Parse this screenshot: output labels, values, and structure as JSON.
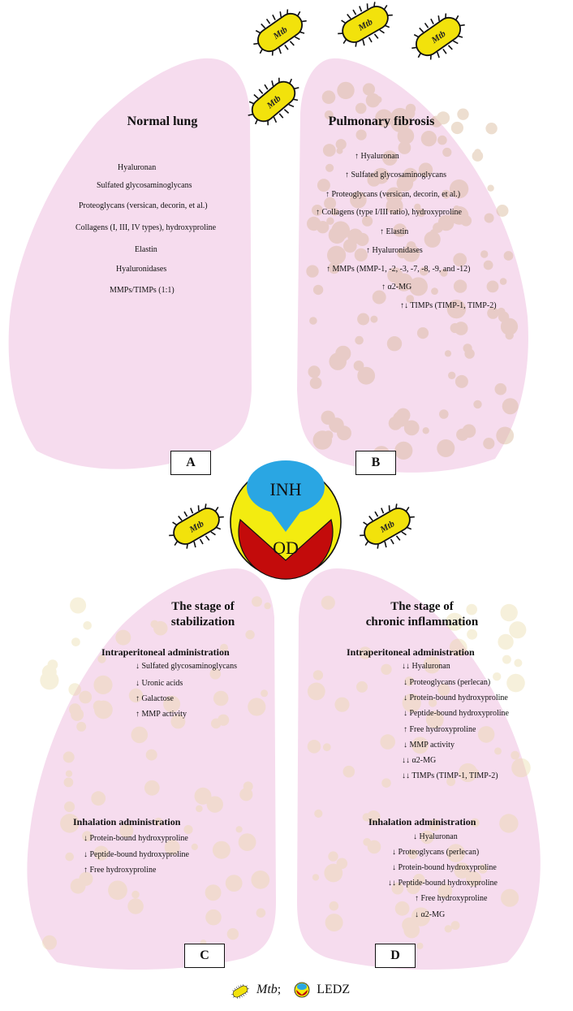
{
  "panel_a": {
    "label": "A",
    "title": "Normal lung",
    "items": [
      "Hyaluronan",
      "Sulfated glycosaminoglycans",
      "Proteoglycans (versican, decorin, et al.)",
      "Collagens (I, III, IV types), hydroxyproline",
      "Elastin",
      "Hyaluronidases",
      "MMPs/TIMPs (1:1)"
    ]
  },
  "panel_b": {
    "label": "B",
    "title": "Pulmonary fibrosis",
    "items": [
      "↑ Hyaluronan",
      "↑ Sulfated glycosaminoglycans",
      "↑ Proteoglycans (versican, decorin, et al.)",
      "↑ Collagens (type I/III ratio), hydroxyproline",
      "↑ Elastin",
      "↑ Hyaluronidases",
      "↑ MMPs (MMP-1, -2, -3, -7, -8, -9, and -12)",
      "↑ α2-MG",
      "↑↓ TIMPs (TIMP-1, TIMP-2)"
    ]
  },
  "panel_c": {
    "label": "C",
    "title_line1": "The stage of",
    "title_line2": "stabilization",
    "ip_heading": "Intraperitoneal administration",
    "ip_items": [
      "↓ Sulfated glycosaminoglycans",
      "↓ Uronic acids",
      "↑ Galactose",
      "↑ MMP activity"
    ],
    "inh_heading": "Inhalation administration",
    "inh_items": [
      "↓ Protein-bound hydroxyproline",
      "↓ Peptide-bound hydroxyproline",
      "↑ Free hydroxyproline"
    ]
  },
  "panel_d": {
    "label": "D",
    "title_line1": "The stage of",
    "title_line2": "chronic inflammation",
    "ip_heading": "Intraperitoneal administration",
    "ip_items": [
      "↓↓ Hyaluronan",
      "↓ Proteoglycans (perlecan)",
      "↓ Protein-bound hydroxyproline",
      "↓ Peptide-bound hydroxyproline",
      "↑ Free hydroxyproline",
      "↓ MMP activity",
      "↓↓ α2-MG",
      "↓↓ TIMPs (TIMP-1, TIMP-2)"
    ],
    "inh_heading": "Inhalation administration",
    "inh_items": [
      "↓ Hyaluronan",
      "↓ Proteoglycans (perlecan)",
      "↓ Protein-bound hydroxyproline",
      "↓↓ Peptide-bound hydroxyproline",
      "↑ Free hydroxyproline",
      "↓ α2-MG"
    ]
  },
  "drug": {
    "top_label": "INH",
    "bottom_label": "OD"
  },
  "bacterium_label": "Mtb",
  "legend": {
    "mtb_label": "Mtb",
    "separator": ";",
    "ledz_label": "LEDZ"
  },
  "colors": {
    "lung_fill": "#f6dcee",
    "fibrosis_spot": "#d8b898",
    "bacterium_fill": "#f2e20c",
    "bacterium_outline": "#111111",
    "ledz_ring": "#f3ec10",
    "ledz_top": "#2aa6e3",
    "ledz_bottom": "#c30b0b"
  }
}
